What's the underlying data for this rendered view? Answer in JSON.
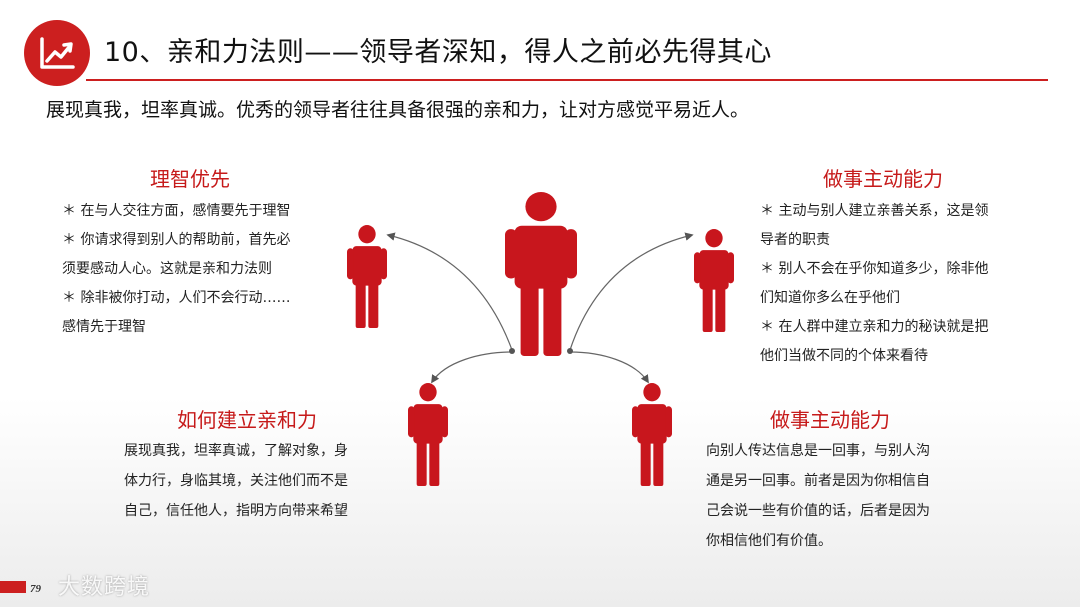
{
  "header": {
    "title": "10、亲和力法则——领导者深知，得人之前必先得其心",
    "icon": "trend-chart-icon",
    "accent_color": "#cc1f1f"
  },
  "subtitle": "展现真我，坦率真诚。优秀的领导者往往具备很强的亲和力，让对方感觉平易近人。",
  "sections": {
    "top_left": {
      "heading": "理智优先",
      "bullets": [
        "＊ 在与人交往方面，感情要先于理智",
        "＊ 你请求得到别人的帮助前，首先必",
        "须要感动人心。这就是亲和力法则",
        "＊ 除非被你打动，人们不会行动……",
        "感情先于理智"
      ]
    },
    "top_right": {
      "heading": "做事主动能力",
      "bullets": [
        "＊ 主动与别人建立亲善关系，这是领",
        "导者的职责",
        "＊ 别人不会在乎你知道多少，除非他",
        "们知道你多么在乎他们",
        "＊ 在人群中建立亲和力的秘诀就是把",
        "他们当做不同的个体来看待"
      ]
    },
    "bottom_left": {
      "heading": "如何建立亲和力",
      "lines": [
        "展现真我，坦率真诚，了解对象，身",
        "体力行，身临其境，关注他们而不是",
        "自己，信任他人，指明方向带来希望"
      ]
    },
    "bottom_right": {
      "heading": "做事主动能力",
      "lines": [
        "向别人传达信息是一回事，与别人沟",
        "通是另一回事。前者是因为你相信自",
        "己会说一些有价值的话，后者是因为",
        "你相信他们有价值。"
      ]
    }
  },
  "figures": {
    "color": "#c8161d",
    "icon": "person-icon"
  },
  "footer": {
    "page_number": "79",
    "watermark": "大数跨境"
  }
}
